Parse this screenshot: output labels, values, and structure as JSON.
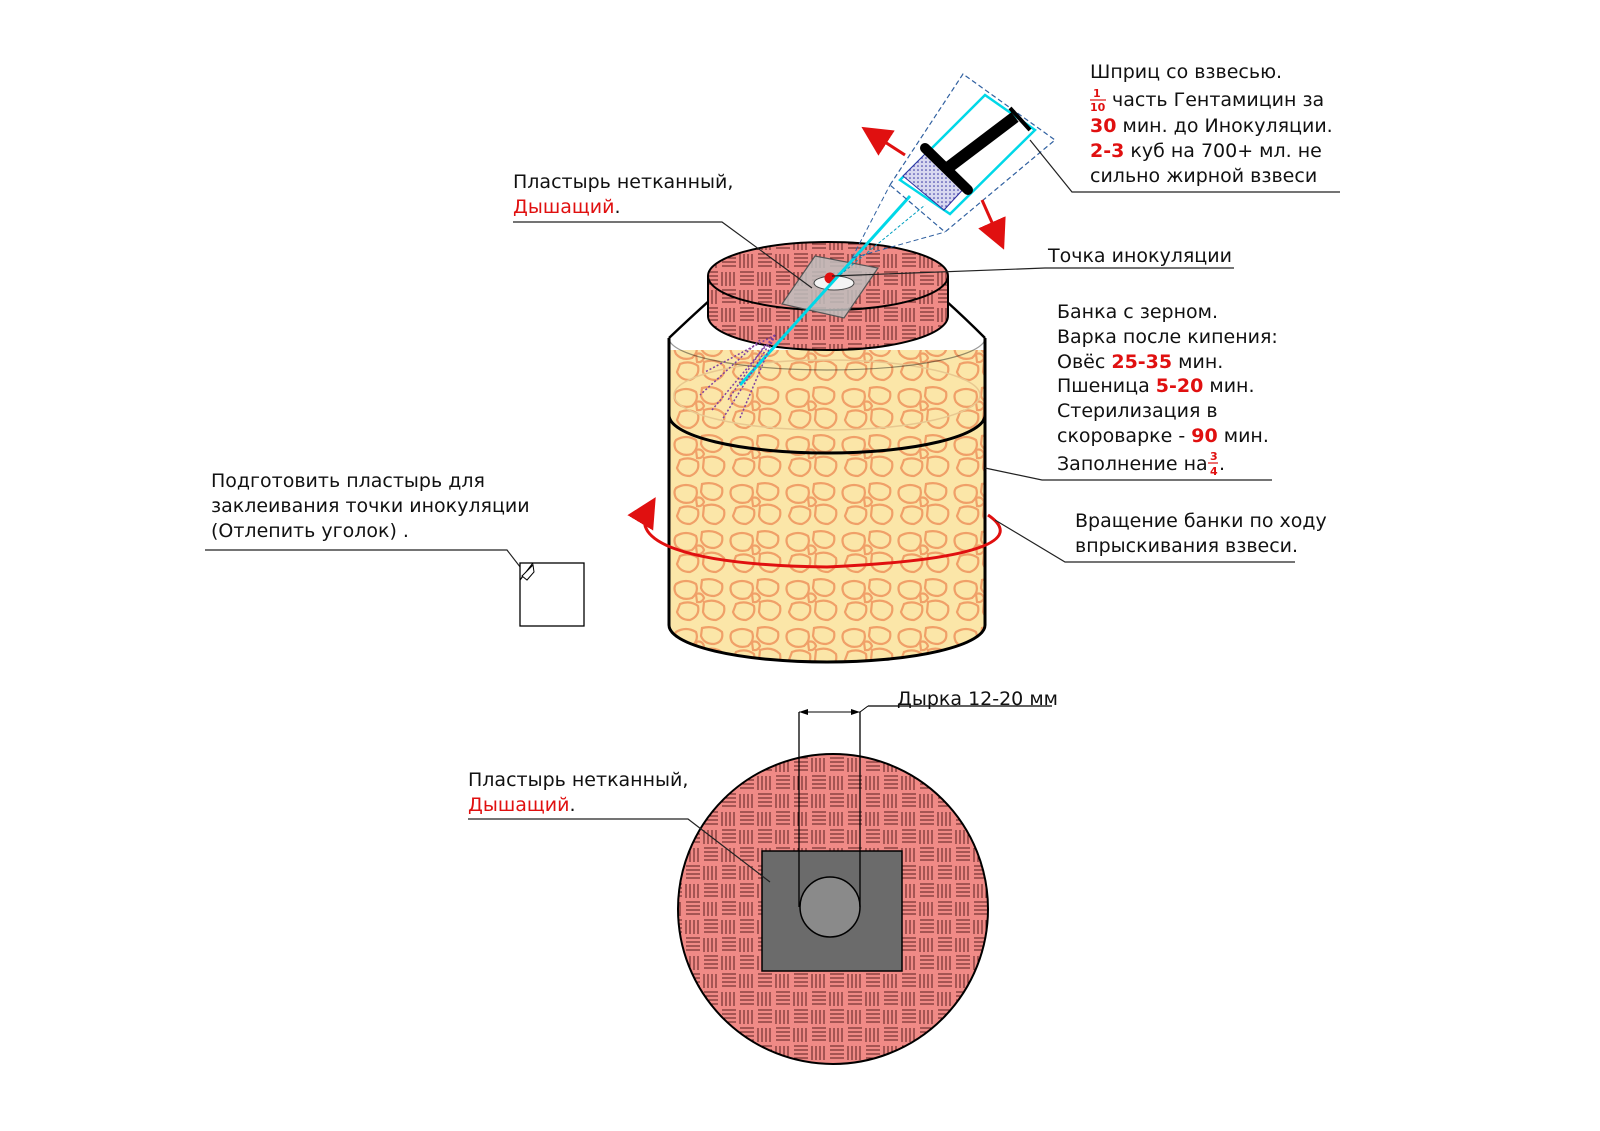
{
  "syringe_label": {
    "line1": "Шприц со взвесью.",
    "frac_num": "1",
    "frac_den": "10",
    "line2_rest": "часть Гентамицин за",
    "line3_num": "30",
    "line3_rest": "мин. до Инокуляции.",
    "line4_num": "2-3",
    "line4_rest": "куб на 700+ мл. не",
    "line5": "сильно жирной взвеси"
  },
  "patch_label_top": {
    "line1": "Пластырь нетканный,",
    "line2": "Дышащий",
    "dot": "."
  },
  "inoculation_label": "Точка инокуляции",
  "jar_label": {
    "line1": "Банка с зерном.",
    "line2": "Варка после кипения:",
    "oats_pre": "Овёс",
    "oats_num": "25-35",
    "oats_post": "мин.",
    "wheat_pre": "Пшеница",
    "wheat_num": "5-20",
    "wheat_post": "мин.",
    "steril_1": "Стерилизация  в",
    "steril_pre": "скороварке -",
    "steril_num": "90",
    "steril_post": "мин.",
    "fill_pre": "Заполнение на",
    "fill_num": "3",
    "fill_den": "4",
    "fill_dot": "."
  },
  "prepare_label": {
    "line1": "Подготовить пластырь для",
    "line2": "заклеивания точки инокуляции",
    "line3": "(Отлепить уголок) ."
  },
  "rotation_label": {
    "line1": "Вращение банки по ходу",
    "line2": "впрыскивания взвеси."
  },
  "hole_label": "Дырка 12-20 мм",
  "patch_label_bottom": {
    "line1": "Пластырь нетканный,",
    "line2": "Дышащий",
    "dot": "."
  },
  "colors": {
    "lid_fill": "#f08a86",
    "grain_fill": "#fbe6a8",
    "grain_outline": "#f0a068",
    "accent_red": "#e01010",
    "syringe_cyan": "#00d8e8",
    "patch_gray": "#6b6b6b"
  }
}
